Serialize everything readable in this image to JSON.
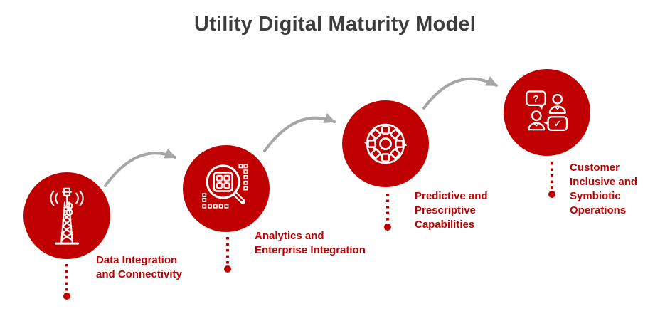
{
  "title": "Utility Digital Maturity Model",
  "colors": {
    "primary_red": "#c00000",
    "icon_white": "#ffffff",
    "arrow_gray": "#a6a6a6",
    "title_gray": "#3d3d3d",
    "background": "#ffffff"
  },
  "stages": [
    {
      "icon": "transmission-tower-icon",
      "lines": [
        "Data Integration",
        "and Connectivity"
      ]
    },
    {
      "icon": "analytics-magnifier-icon",
      "lines": [
        "Analytics and",
        "Enterprise Integration"
      ]
    },
    {
      "icon": "gear-process-icon",
      "lines": [
        "Predictive and",
        "Prescriptive",
        "Capabilities"
      ]
    },
    {
      "icon": "customer-support-icon",
      "lines": [
        "Customer",
        "Inclusive and",
        "Symbiotic",
        "Operations"
      ],
      "bubble_question": "?",
      "bubble_check": "✓"
    }
  ]
}
